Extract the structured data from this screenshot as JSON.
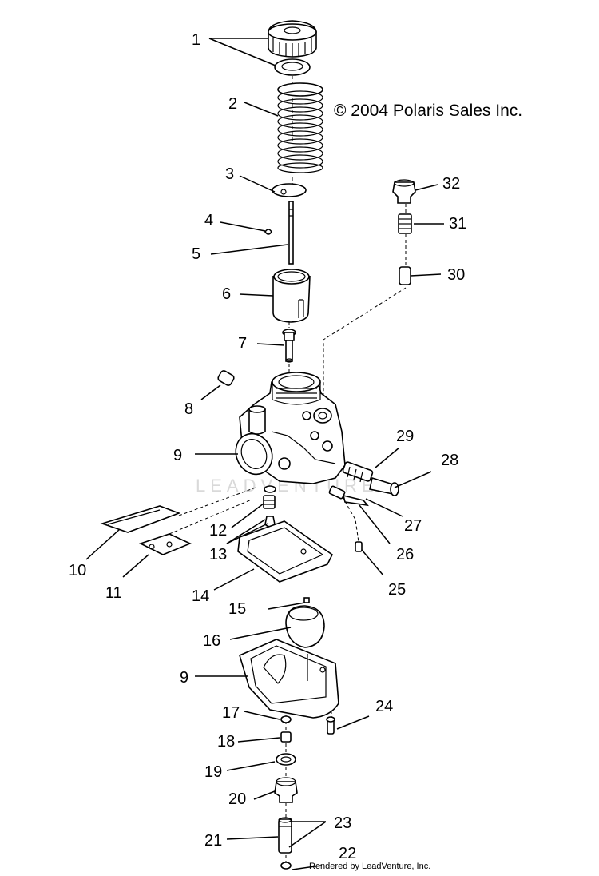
{
  "copyright": "© 2004 Polaris Sales Inc.",
  "footer": "Rendered by LeadVenture, Inc.",
  "watermark": "LEADVENTURE",
  "callouts": [
    "1",
    "2",
    "3",
    "4",
    "5",
    "6",
    "7",
    "8",
    "9",
    "9",
    "10",
    "11",
    "12",
    "13",
    "14",
    "15",
    "16",
    "17",
    "18",
    "19",
    "20",
    "21",
    "22",
    "23",
    "24",
    "25",
    "26",
    "27",
    "28",
    "29",
    "30",
    "31",
    "32"
  ]
}
